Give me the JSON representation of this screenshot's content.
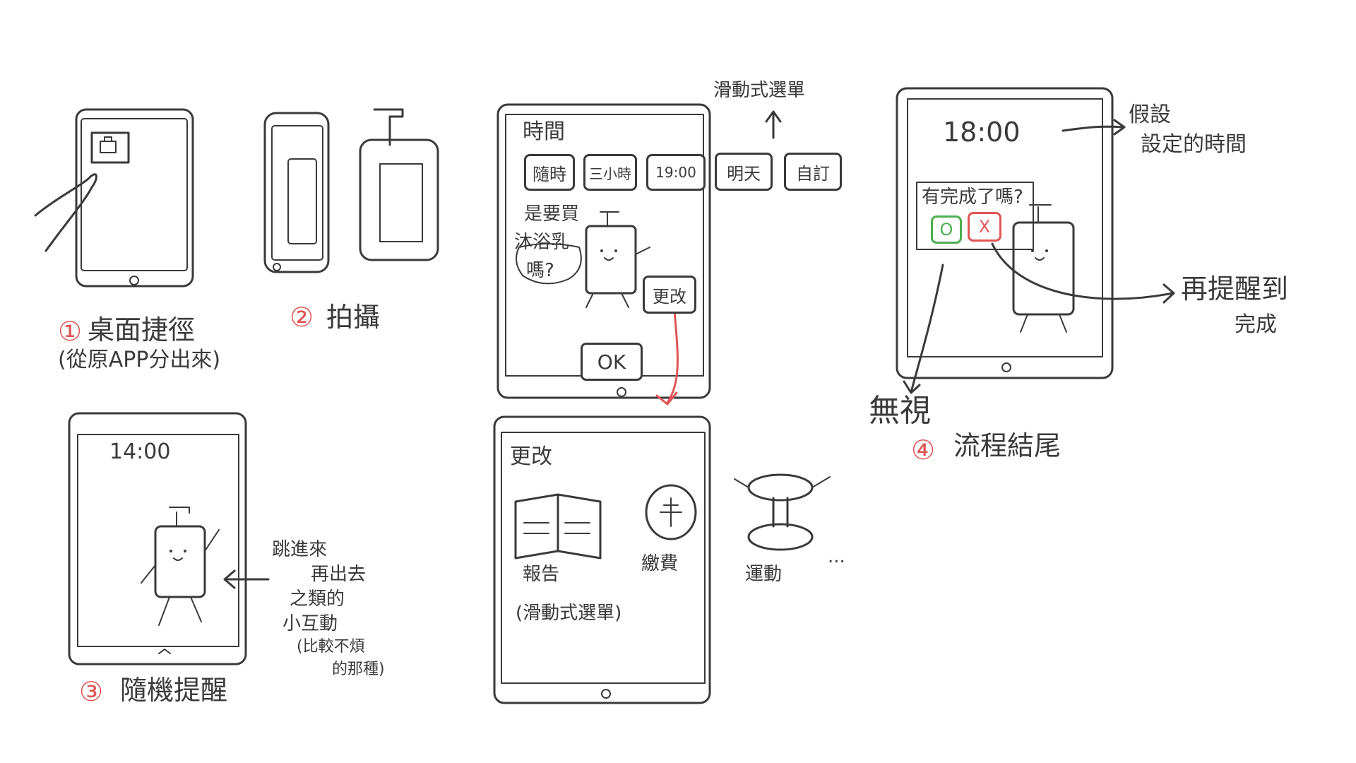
{
  "step1": {
    "number": "①",
    "title": "桌面捷徑",
    "note": "(從原APP分出來)"
  },
  "step2": {
    "number": "②",
    "title": "拍攝"
  },
  "step3": {
    "number": "③",
    "title": "隨機提醒",
    "clock": "14:00",
    "note_lines": [
      "跳進來",
      "再出去",
      "之類的",
      "小互動",
      "(比較不煩",
      "的那種)"
    ]
  },
  "step4": {
    "number": "④",
    "title": "流程結尾",
    "clock": "18:00",
    "question": "有完成了嗎?",
    "yes": "O",
    "no": "X",
    "ignore": "無視",
    "time_note": [
      "假設",
      "設定的時間"
    ],
    "remind_note": [
      "再提醒到",
      "完成"
    ]
  },
  "time_screen": {
    "heading": "時間",
    "top_note": "滑動式選單",
    "chips": [
      "隨時",
      "三小時",
      "19:00",
      "明天",
      "自訂"
    ],
    "question": [
      "是要買",
      "沐浴乳",
      "嗎?"
    ],
    "change": "更改",
    "ok": "OK"
  },
  "change_screen": {
    "heading": "更改",
    "options": [
      "報告",
      "繳費",
      "運動"
    ],
    "more": "...",
    "note": "(滑動式選單)"
  },
  "colors": {
    "ink": "#3a3a3a",
    "accent": "#e05555",
    "yes": "#4caf50"
  }
}
